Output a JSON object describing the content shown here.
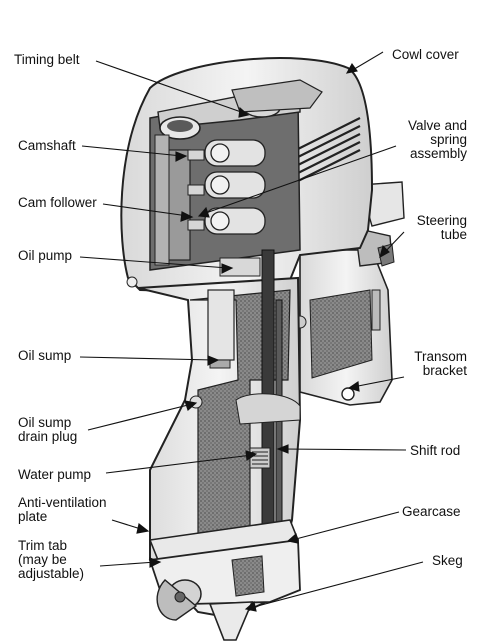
{
  "labels": {
    "timing_belt": "Timing belt",
    "camshaft": "Camshaft",
    "cam_follower": "Cam follower",
    "oil_pump": "Oil pump",
    "oil_sump": "Oil sump",
    "oil_sump_drain_plug": "Oil sump\ndrain plug",
    "water_pump": "Water pump",
    "anti_ventilation_plate": "Anti-ventilation\nplate",
    "trim_tab": "Trim tab\n(may be\nadjustable)",
    "cowl_cover": "Cowl cover",
    "valve_spring_assembly": "Valve and\nspring\nassembly",
    "steering_tube": "Steering\ntube",
    "transom_bracket": "Transom\nbracket",
    "shift_rod": "Shift rod",
    "gearcase": "Gearcase",
    "skeg": "Skeg"
  }
}
